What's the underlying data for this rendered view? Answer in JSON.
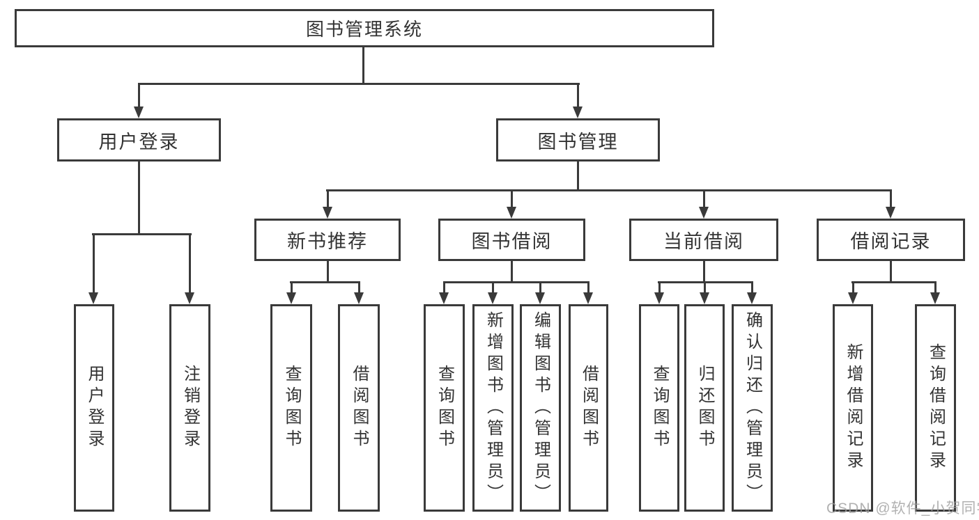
{
  "tree": {
    "root": {
      "label": "图书管理系统"
    },
    "user": {
      "label": "用户登录",
      "children": [
        {
          "label": "用户登录"
        },
        {
          "label": "注销登录"
        }
      ]
    },
    "book": {
      "label": "图书管理",
      "groups": [
        {
          "label": "新书推荐",
          "children": [
            {
              "label": "查询图书"
            },
            {
              "label": "借阅图书"
            }
          ]
        },
        {
          "label": "图书借阅",
          "children": [
            {
              "label": "查询图书"
            },
            {
              "label": "新增图书（管理员）"
            },
            {
              "label": "编辑图书（管理员）"
            },
            {
              "label": "借阅图书"
            }
          ]
        },
        {
          "label": "当前借阅",
          "children": [
            {
              "label": "查询图书"
            },
            {
              "label": "归还图书"
            },
            {
              "label": "确认归还（管理员）"
            }
          ]
        },
        {
          "label": "借阅记录",
          "children": [
            {
              "label": "新增借阅记录"
            },
            {
              "label": "查询借阅记录"
            }
          ]
        }
      ]
    }
  },
  "watermark": {
    "text": "CSDN @软件_小贺同学"
  },
  "colors": {
    "line": "#3a3a3a",
    "text": "#333333",
    "background": "#ffffff",
    "watermark": "#9e9e9e"
  }
}
